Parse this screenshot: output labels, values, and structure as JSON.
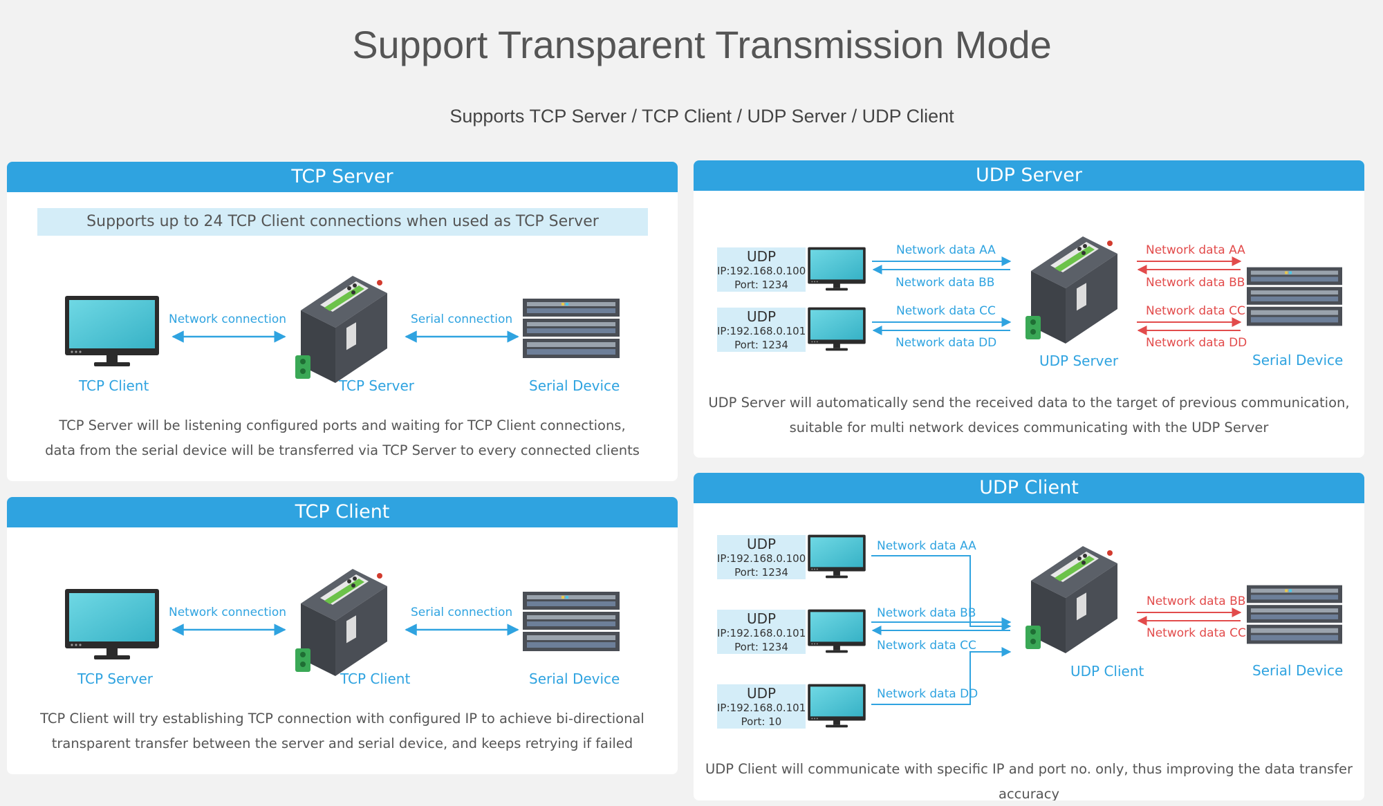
{
  "page": {
    "title": "Support Transparent Transmission Mode",
    "subtitle": "Supports TCP Server / TCP Client / UDP Server / UDP Client"
  },
  "tcp_server": {
    "header": "TCP Server",
    "banner": "Supports up to 24 TCP Client connections when used as TCP Server",
    "left_label": "TCP Client",
    "center_label": "TCP Server",
    "right_label": "Serial Device",
    "network_conn": "Network connection",
    "serial_conn": "Serial connection",
    "desc_line1": "TCP Server will be listening configured ports and waiting for TCP Client connections,",
    "desc_line2": "data from the serial device will be transferred via TCP Server to every connected clients"
  },
  "tcp_client": {
    "header": "TCP Client",
    "left_label": "TCP Server",
    "center_label": "TCP Client",
    "right_label": "Serial Device",
    "network_conn": "Network connection",
    "serial_conn": "Serial connection",
    "desc_line1": "TCP Client will try establishing TCP connection with configured IP to achieve bi-directional",
    "desc_line2": "transparent transfer between the server and serial device, and keeps retrying if failed"
  },
  "udp_server": {
    "header": "UDP Server",
    "hosts": [
      {
        "proto": "UDP",
        "ip": "IP:192.168.0.100",
        "port": "Port: 1234"
      },
      {
        "proto": "UDP",
        "ip": "IP:192.168.0.101",
        "port": "Port: 1234"
      }
    ],
    "net_left": [
      "Network data AA",
      "Network data BB",
      "Network data CC",
      "Network data DD"
    ],
    "net_right": [
      "Network data AA",
      "Network data BB",
      "Network data CC",
      "Network data DD"
    ],
    "center_label": "UDP Server",
    "right_label": "Serial Device",
    "desc_line1": "UDP Server will automatically send the received data to the target of previous communication,",
    "desc_line2": "suitable for multi network devices communicating with the UDP Server"
  },
  "udp_client": {
    "header": "UDP Client",
    "hosts": [
      {
        "proto": "UDP",
        "ip": "IP:192.168.0.100",
        "port": "Port: 1234"
      },
      {
        "proto": "UDP",
        "ip": "IP:192.168.0.101",
        "port": "Port: 1234"
      },
      {
        "proto": "UDP",
        "ip": "IP:192.168.0.101",
        "port": "Port: 10"
      }
    ],
    "net_left": [
      "Network data AA",
      "Network data BB",
      "Network data CC",
      "Network data DD"
    ],
    "net_right": [
      "Network data BB",
      "Network data CC"
    ],
    "center_label": "UDP Client",
    "right_label": "Serial Device",
    "desc": "UDP Client will communicate with specific IP and port no. only, thus improving the data transfer accuracy"
  },
  "colors": {
    "accent": "#2fa3e0",
    "banner_bg": "#d4edf8",
    "arrow_red": "#e24b4b",
    "monitor_screen": "#4cc6d6",
    "device_body": "#4a4e55",
    "terminal_green": "#3aa856"
  },
  "icons": [
    "monitor-icon",
    "gateway-device-icon",
    "server-rack-icon"
  ]
}
